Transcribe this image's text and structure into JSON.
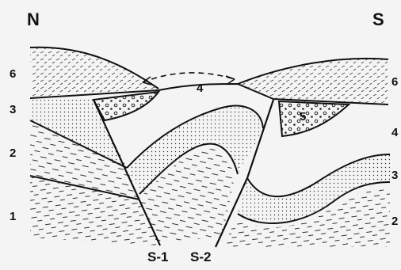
{
  "compass": {
    "left": "N",
    "right": "S"
  },
  "left_layers": [
    "6",
    "3",
    "2",
    "1"
  ],
  "right_layers": [
    "6",
    "4",
    "3",
    "2"
  ],
  "unit_labels": {
    "center_top": "4",
    "basin_right": "5"
  },
  "faults": [
    "S-1",
    "S-2"
  ],
  "colors": {
    "ink": "#111111",
    "background": "#f4f4f4",
    "dot": "#222222"
  }
}
